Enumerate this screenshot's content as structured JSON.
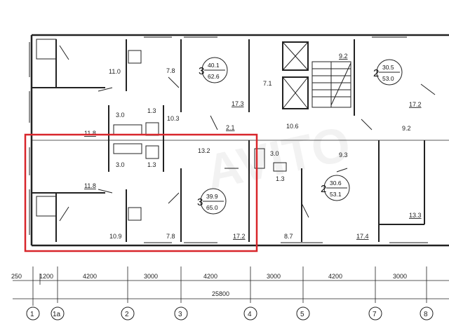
{
  "plan": {
    "room_areas": {
      "top_left_corner": "11.0",
      "top_bath_kitchen": "7.8",
      "top_bath": "3.0",
      "top_wc": "1.3",
      "hall_top": "10.3",
      "balcony_left_top": "11.8",
      "left_mid": "11.8",
      "bath_mid": "3.0",
      "wc_mid": "1.3",
      "hall_mid": "13.2",
      "corr": "2.1",
      "lift_hall": "7.1",
      "stair_area": "10.6",
      "stair_top": "9.2",
      "top_room_3": "17.3",
      "top_right_room": "17.2",
      "right_mid": "9.2",
      "right_mid2": "9.3",
      "right_bath": "3.0",
      "right_wc": "1.3",
      "right_room": "13.3",
      "bottom_kitchen_left": "10.9",
      "bottom_kitchen": "7.8",
      "bottom_room": "17.2",
      "bottom_hall": "8.7",
      "bottom_right": "17.4"
    },
    "apartments": [
      {
        "rooms": "3",
        "living": "40.1",
        "total": "62.6"
      },
      {
        "rooms": "2",
        "living": "30.5",
        "total": "53.0"
      },
      {
        "rooms": "3",
        "living": "39.9",
        "total": "65.0"
      },
      {
        "rooms": "2",
        "living": "30.6",
        "total": "53.1"
      }
    ],
    "dims": {
      "d1": "250",
      "d2": "1200",
      "d3": "4200",
      "d4": "3000",
      "d5": "4200",
      "d6": "3000",
      "d7": "4200",
      "d8": "3000",
      "total": "25800"
    },
    "axes": [
      "1",
      "1a",
      "2",
      "3",
      "4",
      "5",
      "7",
      "8"
    ],
    "watermark": "AVITO",
    "highlight_color": "#d8262b"
  }
}
